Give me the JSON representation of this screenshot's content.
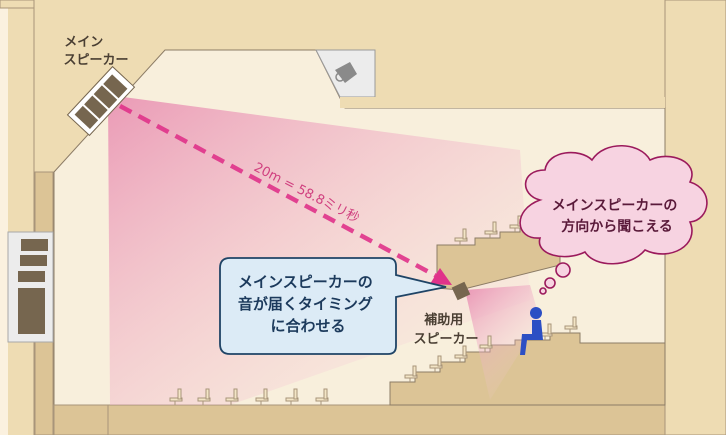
{
  "labels": {
    "main_speaker": [
      "メイン",
      "スピーカー"
    ],
    "aux_speaker": [
      "補助用",
      "スピーカー"
    ],
    "distance": "20m = 58.8ミリ秒"
  },
  "callout_blue": [
    "メインスピーカーの",
    "音が届くタイミング",
    "に合わせる"
  ],
  "callout_cloud": [
    "メインスピーカーの",
    "方向から聞こえる"
  ],
  "colors": {
    "frame": "#e9d7ad",
    "hall": "#f8efdc",
    "speaker": "#76664f",
    "beam": "#e680aa",
    "arrow": "#e0338a",
    "callout_fill": "#dcebf6",
    "callout_border": "#1f4466",
    "cloud_fill": "#f7d3e1",
    "cloud_border": "#9b1a5c",
    "listener": "#2c4fc4"
  }
}
